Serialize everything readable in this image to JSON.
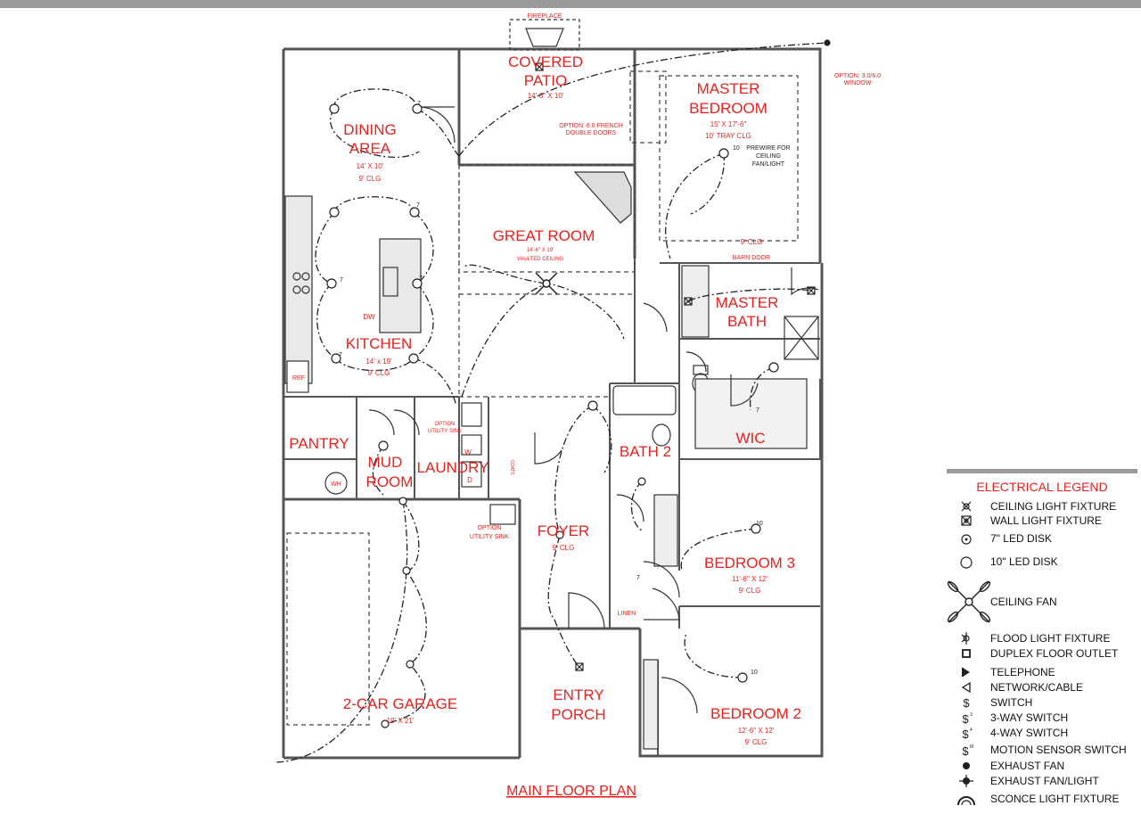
{
  "plan": {
    "title": "MAIN FLOOR PLAN",
    "rooms": {
      "fireplace": "FIREPLACE",
      "covered_patio": {
        "l1": "COVERED",
        "l2": "PATIO",
        "dim": "14'-6\" X 10'"
      },
      "french_doors": {
        "l1": "OPTION: 6.0 FRENCH",
        "l2": "DOUBLE DOORS"
      },
      "window_option": {
        "l1": "OPTION: 3.0/6.0",
        "l2": "WINDOW"
      },
      "master_bedroom": {
        "l1": "MASTER",
        "l2": "BEDROOM",
        "dim": "15' X 17'-6\"",
        "clg": "10' TRAY CLG"
      },
      "prewire": {
        "l1": "PREWIRE FOR",
        "l2": "CEILING",
        "l3": "FAN/LIGHT"
      },
      "master_clg": "9' CLG",
      "barn_door": "BARN DOOR",
      "dining": {
        "l1": "DINING",
        "l2": "AREA",
        "dim": "14' X 10'",
        "clg": "9' CLG"
      },
      "great_room": {
        "name": "GREAT ROOM",
        "dim": "14'-6\" X 19'",
        "clg": "VAULTED CEILING"
      },
      "kitchen": {
        "name": "KITCHEN",
        "dim": "14' x 19'",
        "clg": "9' CLG"
      },
      "dw": "DW",
      "ref": "REF",
      "master_bath": {
        "l1": "MASTER",
        "l2": "BATH"
      },
      "wic": "WIC",
      "pantry": "PANTRY",
      "mud_room": {
        "l1": "MUD",
        "l2": "ROOM"
      },
      "wh": "WH",
      "laundry": "LAUNDRY",
      "w": "W",
      "d": "D",
      "utility_sink_top": {
        "l1": "OPTION",
        "l2": "UTILITY SINK"
      },
      "coats": "COATS",
      "utility_sink": {
        "l1": "OPTION",
        "l2": "UTILITY SINK"
      },
      "bath2": "BATH 2",
      "foyer": {
        "name": "FOYER",
        "clg": "9' CLG"
      },
      "bedroom3": {
        "name": "BEDROOM 3",
        "dim": "11'-6\" X 12'",
        "clg": "9' CLG"
      },
      "linen": "LINEN",
      "garage": {
        "name": "2-CAR GARAGE",
        "dim": "19' X 21'"
      },
      "entry_porch": {
        "l1": "ENTRY",
        "l2": "PORCH"
      },
      "bedroom2": {
        "name": "BEDROOM 2",
        "dim": "12'-6\" X 12'",
        "clg": "9' CLG"
      }
    },
    "fixture_numbers": {
      "seven": "7",
      "ten": "10"
    }
  },
  "legend": {
    "title": "ELECTRICAL LEGEND",
    "items": [
      {
        "icon": "ceiling-light-icon",
        "label": "CEILING LIGHT FIXTURE"
      },
      {
        "icon": "wall-light-icon",
        "label": "WALL LIGHT FIXTURE"
      },
      {
        "icon": "led-disk-7-icon",
        "label": "7\" LED DISK"
      },
      {
        "icon": "led-disk-10-icon",
        "label": "10\" LED DISK"
      },
      {
        "icon": "ceiling-fan-icon",
        "label": "CEILING FAN"
      },
      {
        "icon": "flood-light-icon",
        "label": "FLOOD LIGHT FIXTURE"
      },
      {
        "icon": "duplex-outlet-icon",
        "label": "DUPLEX FLOOR OUTLET"
      },
      {
        "icon": "telephone-icon",
        "label": "TELEPHONE"
      },
      {
        "icon": "network-cable-icon",
        "label": "NETWORK/CABLE"
      },
      {
        "icon": "switch-icon",
        "label": "SWITCH"
      },
      {
        "icon": "three-way-switch-icon",
        "label": "3-WAY SWITCH"
      },
      {
        "icon": "four-way-switch-icon",
        "label": "4-WAY SWITCH"
      },
      {
        "icon": "motion-switch-icon",
        "label": "MOTION SENSOR SWITCH"
      },
      {
        "icon": "exhaust-fan-icon",
        "label": "EXHAUST FAN"
      },
      {
        "icon": "exhaust-fan-light-icon",
        "label": "EXHAUST FAN/LIGHT"
      },
      {
        "icon": "sconce-light-icon",
        "label": "SCONCE LIGHT FIXTURE"
      }
    ],
    "switch_marks": {
      "three": "3",
      "four": "4",
      "motion": "M"
    }
  },
  "colors": {
    "label_red": "#e8231f",
    "wall": "#555555",
    "wire": "#222222"
  }
}
